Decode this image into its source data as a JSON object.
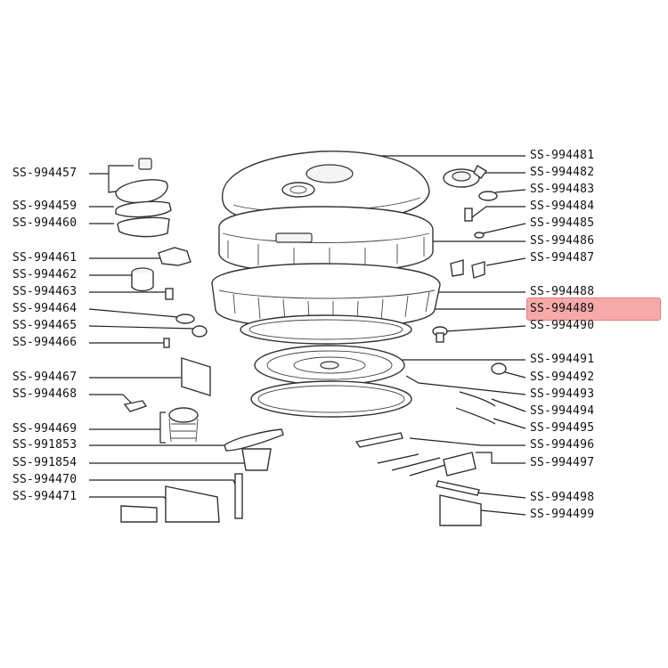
{
  "highlight": {
    "color": "#f6a9a9",
    "label": "SS-994489"
  },
  "left_labels": [
    "SS-994457",
    "SS-994459",
    "SS-994460",
    "SS-994461",
    "SS-994462",
    "SS-994463",
    "SS-994464",
    "SS-994465",
    "SS-994466",
    "SS-994467",
    "SS-994468",
    "SS-994469",
    "SS-991853",
    "SS-991854",
    "SS-994470",
    "SS-994471"
  ],
  "right_labels": [
    "SS-994481",
    "SS-994482",
    "SS-994483",
    "SS-994484",
    "SS-994485",
    "SS-994486",
    "SS-994487",
    "SS-994488",
    "SS-994489",
    "SS-994490",
    "SS-994491",
    "SS-994492",
    "SS-994493",
    "SS-994494",
    "SS-994495",
    "SS-994496",
    "SS-994497",
    "SS-994498",
    "SS-994499"
  ]
}
